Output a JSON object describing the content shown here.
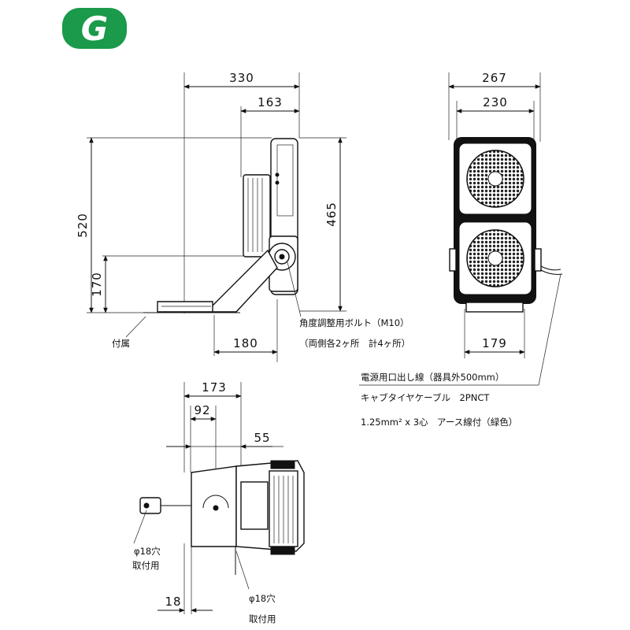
{
  "logo": {
    "letter": "G",
    "bg_color": "#1a9a4a",
    "fg_color": "#ffffff"
  },
  "dimensions": {
    "side_total_width": "330",
    "side_body_width": "163",
    "side_total_height": "520",
    "side_body_height": "465",
    "side_pivot_height": "170",
    "side_base_depth": "180",
    "front_total_width": "267",
    "front_body_width": "230",
    "front_base_width": "179",
    "top_total": "173",
    "top_mid": "92",
    "top_offset": "55",
    "bottom_offset": "18"
  },
  "notes": {
    "accessory": "付属",
    "angle_bolt": "角度調整用ボルト（M10）",
    "angle_bolt_count": "（両側各2ヶ所　計4ヶ所）",
    "cable_line1": "電源用口出し線（器具外500mm）",
    "cable_line2": "キャブタイヤケーブル　2PNCT",
    "cable_line3": "1.25mm² x 3心　アース線付（緑色）",
    "hole_left": "φ18穴",
    "hole_left_use": "取付用",
    "hole_bottom": "φ18穴",
    "hole_bottom_use": "取付用"
  }
}
